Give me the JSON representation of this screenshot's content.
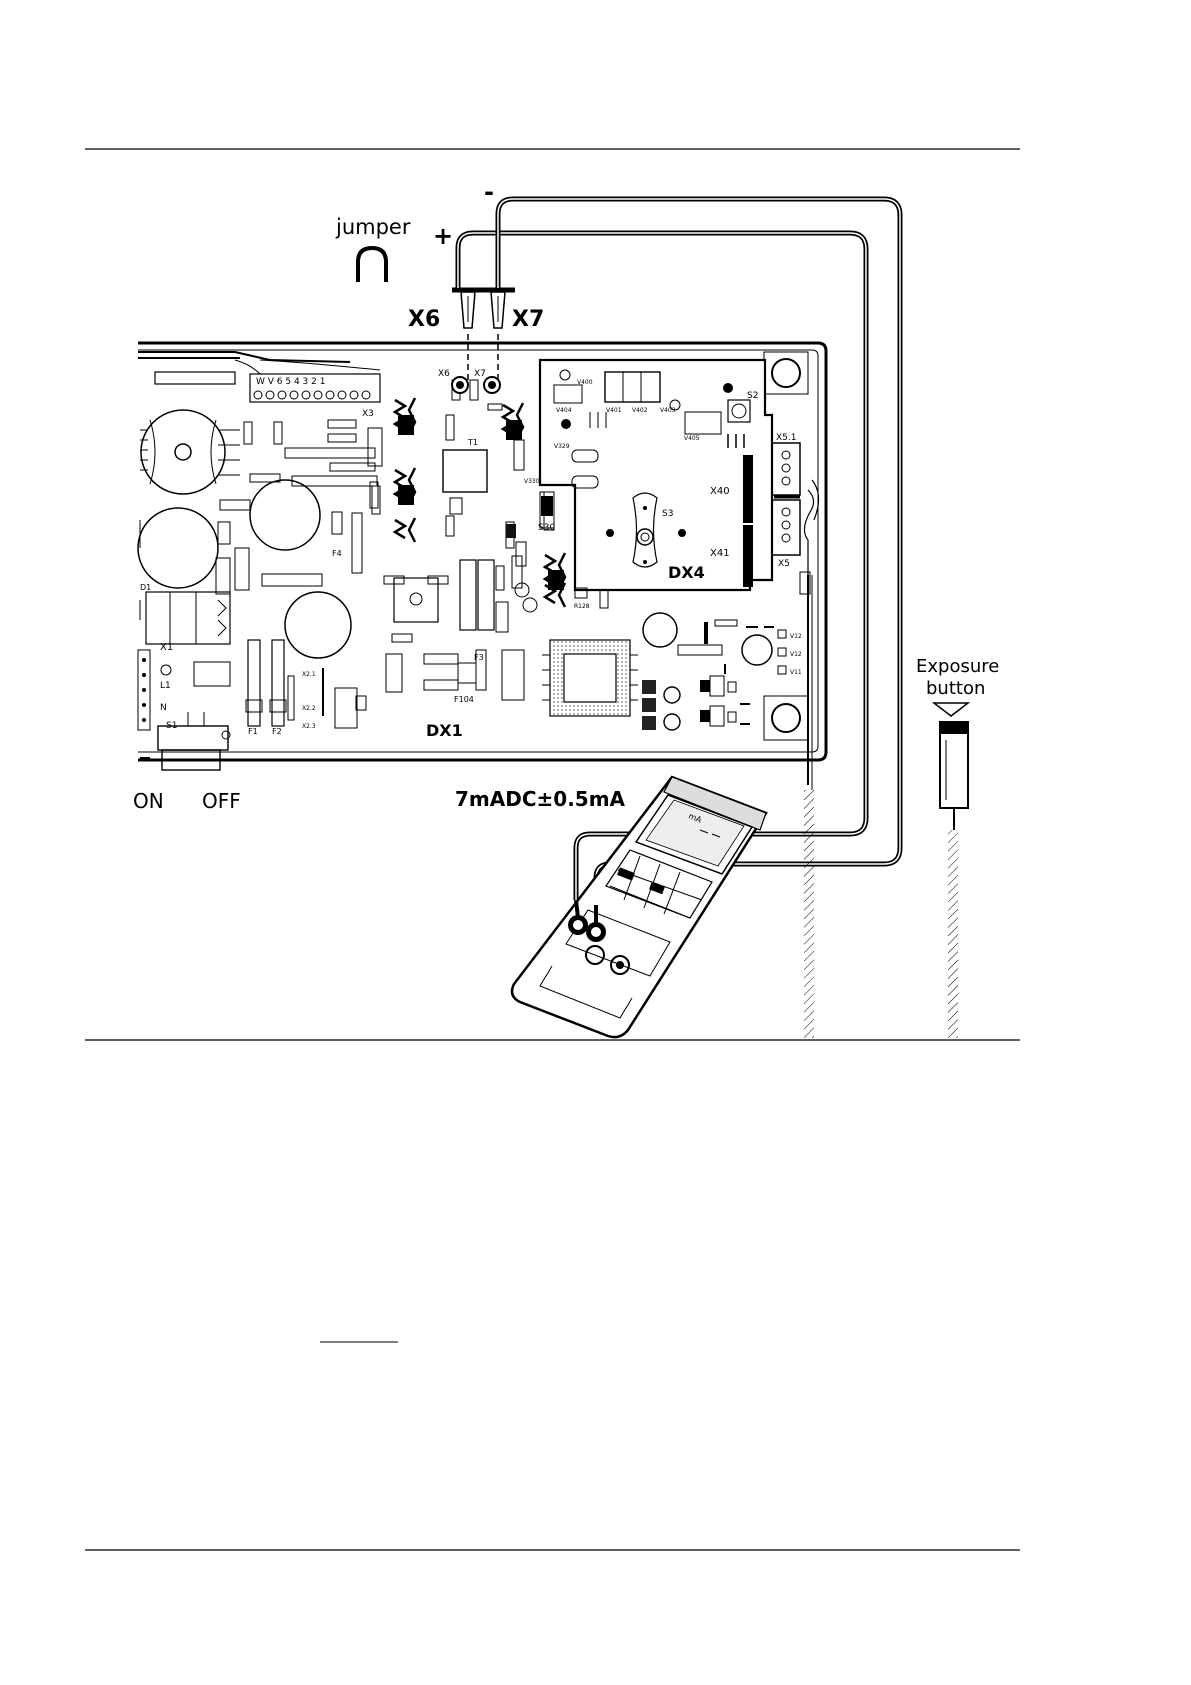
{
  "labels": {
    "jumper": "jumper",
    "plus": "+",
    "minus": "-",
    "x6": "X6",
    "x7": "X7",
    "x6_small": "X6",
    "x7_small": "X7",
    "x3": "X3",
    "x3_terminals": "W V 6 5 4 3 2 1",
    "x5_1": "X5.1",
    "x5": "X5",
    "x40": "X40",
    "x41": "X41",
    "x1": "X1",
    "l1": "L1",
    "n": "N",
    "s1": "S1",
    "s2": "S2",
    "s3": "S3",
    "s30": "S30",
    "t1": "T1",
    "f1": "F1",
    "f2": "F2",
    "f3": "F3",
    "f4": "F4",
    "f104": "F104",
    "x2_1": "X2.1",
    "x2_2": "X2.2",
    "x2_3": "X2.3",
    "v329": "V329",
    "v330": "V330",
    "r128": "R128",
    "v400": "V400",
    "v401": "V401",
    "v402": "V402",
    "v403": "V403",
    "v404": "V404",
    "v405": "V405",
    "v12a": "V12",
    "v12b": "V12",
    "v11": "V11",
    "dx1": "DX1",
    "dx4": "DX4",
    "on": "ON",
    "off": "OFF",
    "measurement": "7mADC±0.5mA",
    "exposure_line1": "Exposure",
    "exposure_line2": "button",
    "d1": "D1"
  }
}
